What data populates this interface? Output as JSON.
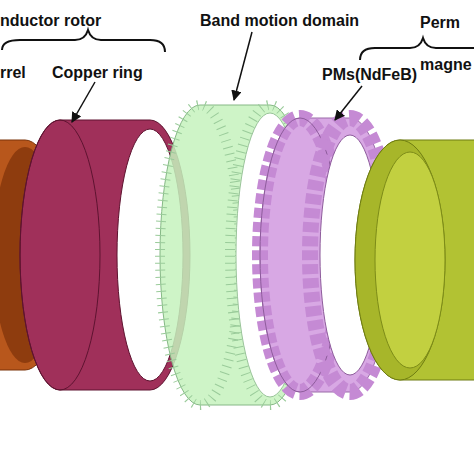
{
  "diagram": {
    "labels": [
      "nductor rotor",
      "rrel",
      "Copper ring",
      "Band motion domain",
      "PMs(NdFeB)",
      "Perm",
      "magne"
    ]
  }
}
